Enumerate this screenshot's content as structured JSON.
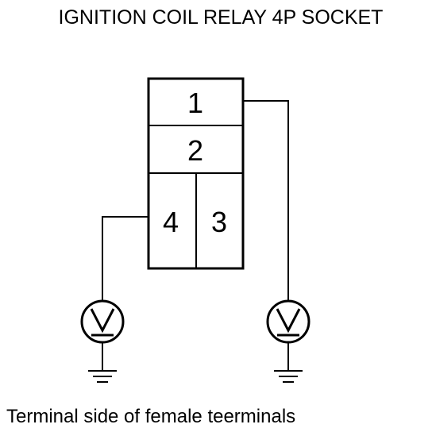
{
  "title": "IGNITION COIL RELAY 4P SOCKET",
  "caption": "Terminal side of female teerminals",
  "socket": {
    "terminals": {
      "t1": "1",
      "t2": "2",
      "t3": "3",
      "t4": "4"
    }
  },
  "instruments": {
    "left": {
      "icon": "voltmeter-icon"
    },
    "right": {
      "icon": "voltmeter-icon"
    }
  },
  "grounds": {
    "left": {
      "icon": "ground-icon"
    },
    "right": {
      "icon": "ground-icon"
    }
  }
}
